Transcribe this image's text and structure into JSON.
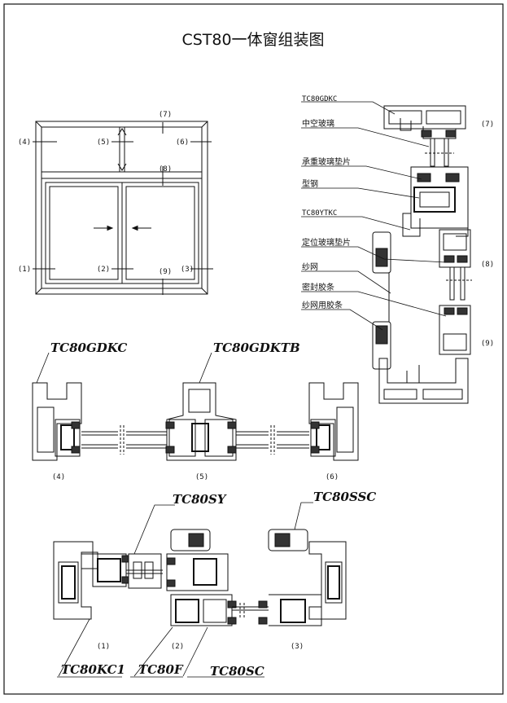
{
  "title": "CST80一体窗组装图",
  "elevation": {
    "positions": [
      "(1)",
      "(2)",
      "(3)",
      "(4)",
      "(5)",
      "(6)",
      "(7)",
      "(8)",
      "(9)"
    ]
  },
  "vertical_section": {
    "callouts": [
      "TC80GDKC",
      "中空玻璃",
      "承重玻璃垫片",
      "型钢",
      "TC80YTKC",
      "定位玻璃垫片",
      "纱网",
      "密封胶条",
      "纱网用胶条"
    ],
    "markers": [
      "(7)",
      "(8)",
      "(9)"
    ]
  },
  "top_section": {
    "products": [
      "TC80GDKC",
      "TC80GDKTB"
    ],
    "markers": [
      "(4)",
      "(5)",
      "(6)"
    ]
  },
  "bottom_section": {
    "products": [
      "TC80SY",
      "TC80SSC",
      "TC80KC1",
      "TC80F",
      "TC80SC"
    ],
    "markers": [
      "(1)",
      "(2)",
      "(3)"
    ]
  }
}
